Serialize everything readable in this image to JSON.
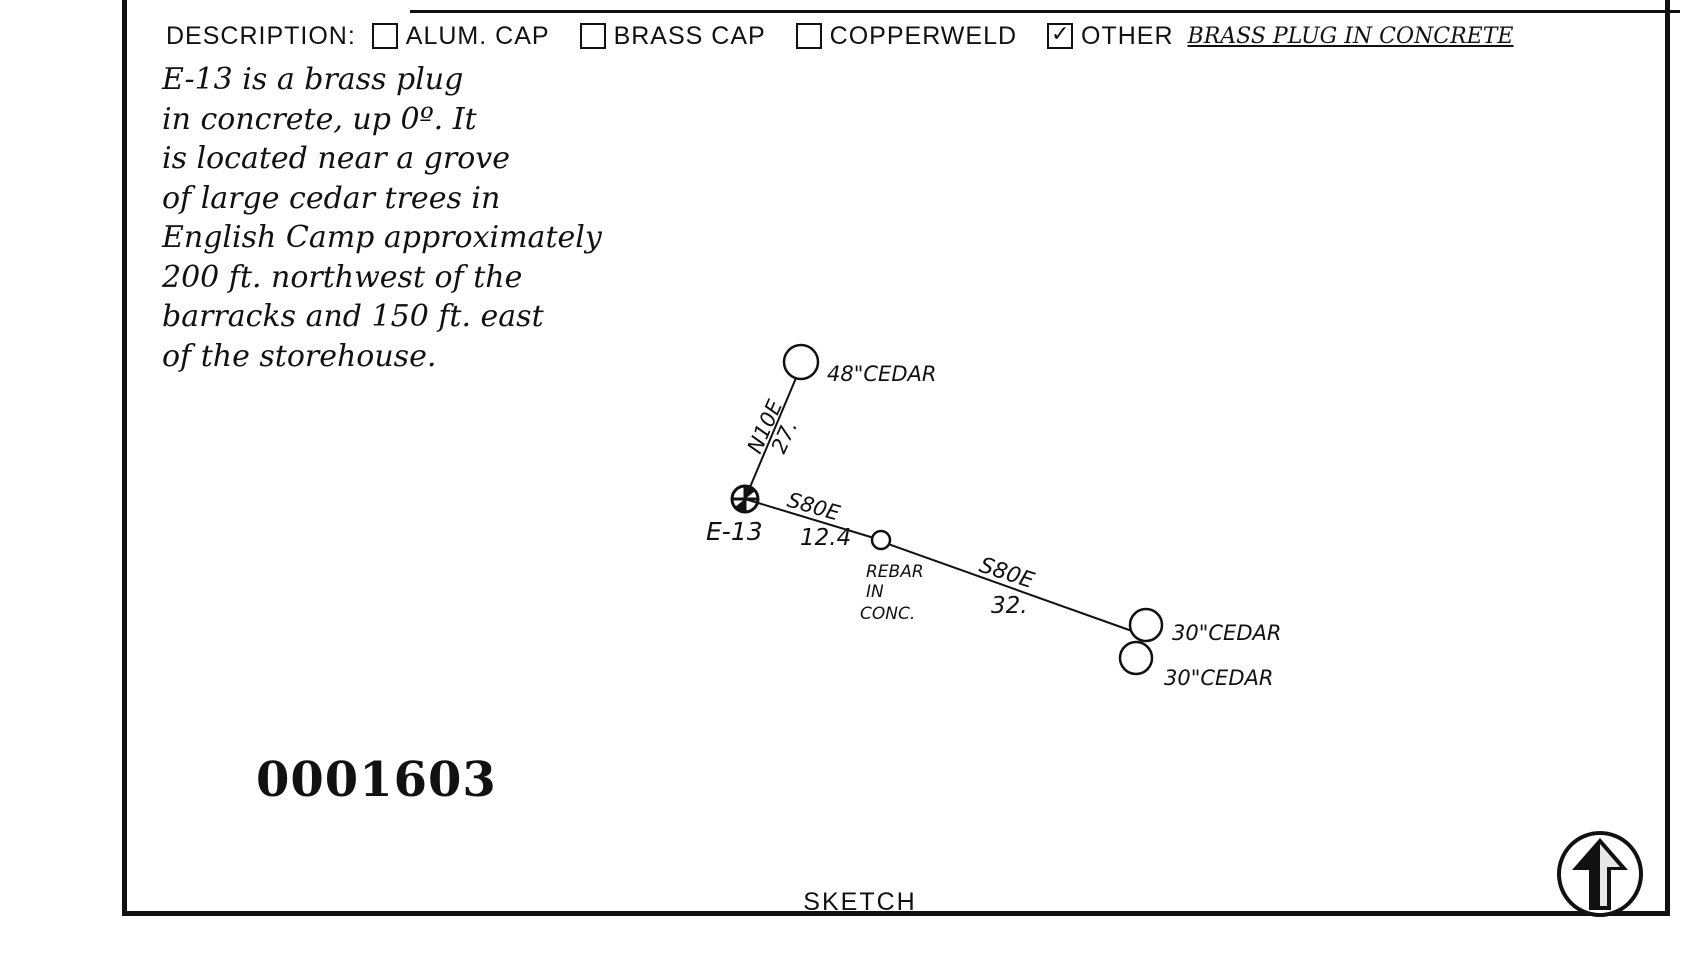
{
  "header": {
    "description_label": "DESCRIPTION:",
    "options": [
      {
        "label": "ALUM. CAP",
        "checked": false
      },
      {
        "label": "BRASS CAP",
        "checked": false
      },
      {
        "label": "COPPERWELD",
        "checked": false
      },
      {
        "label": "OTHER",
        "checked": true
      }
    ],
    "other_value": "BRASS PLUG IN CONCRETE"
  },
  "description_text": "E-13 is a brass plug\nin concrete, up 0º. It\nis located near a grove\nof large cedar trees in\nEnglish Camp approximately\n200 ft. northwest of the\nbarracks and 150 ft. east\nof the storehouse.",
  "sketch": {
    "point_label": "E-13",
    "tree_top": "48\"CEDAR",
    "line_top_bearing": "N10E",
    "line_top_distance": "27.",
    "line_mid_bearing": "S80E",
    "line_mid_distance": "12.4",
    "rebar_label_1": "REBAR",
    "rebar_label_2": "IN",
    "rebar_label_3": "CONC.",
    "line_right_bearing": "S80E",
    "line_right_distance": "32.",
    "tree_right_1": "30\"CEDAR",
    "tree_right_2": "30\"CEDAR"
  },
  "document_number": "0001603",
  "sketch_label": "SKETCH",
  "north_arrow_icon": "north-arrow-icon"
}
